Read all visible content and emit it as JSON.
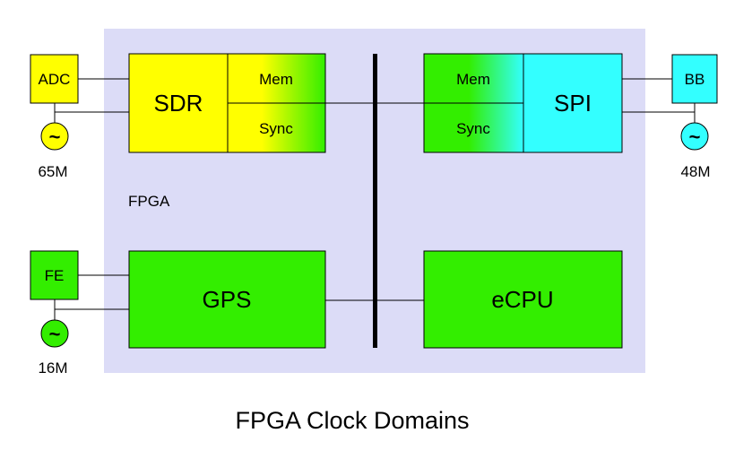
{
  "title": "FPGA Clock Domains",
  "region_label": "FPGA",
  "blocks": {
    "adc": "ADC",
    "sdr": "SDR",
    "sdr_mem": "Mem",
    "sdr_sync": "Sync",
    "spi_mem": "Mem",
    "spi_sync": "Sync",
    "spi": "SPI",
    "bb": "BB",
    "fe": "FE",
    "gps": "GPS",
    "ecpu": "eCPU"
  },
  "clocks": {
    "adc_symbol": "~",
    "adc_freq": "65M",
    "bb_symbol": "~",
    "bb_freq": "48M",
    "fe_symbol": "~",
    "fe_freq": "16M"
  },
  "colors": {
    "fpga_bg": "#dcdcf7",
    "yellow": "#ffff00",
    "green": "#33ee00",
    "cyan": "#33ffff"
  }
}
